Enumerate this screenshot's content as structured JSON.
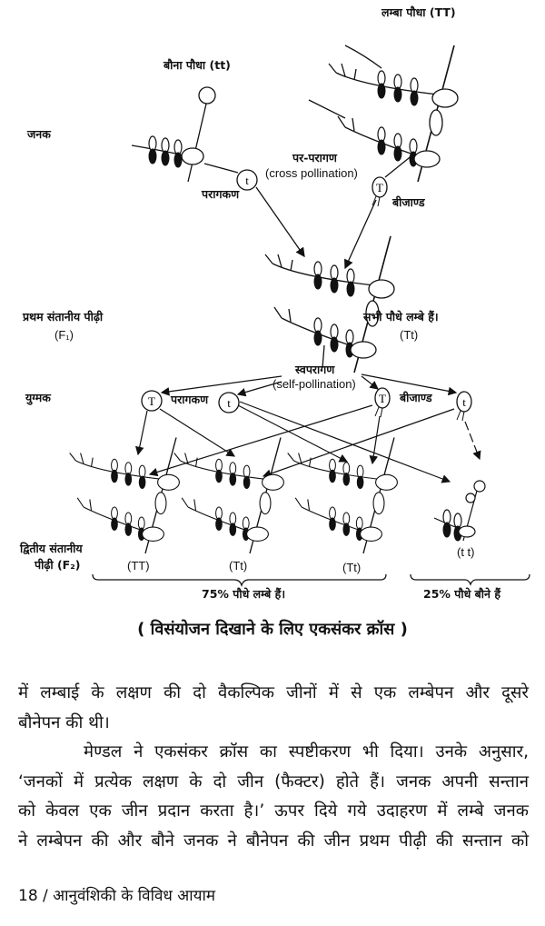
{
  "figure": {
    "tall_plant": "लम्बा पौधा (TT)",
    "dwarf_plant": "बौना पौधा (tt)",
    "parents": "जनक",
    "cross_pollination_hi": "पर-परागण",
    "cross_pollination_en": "(cross pollination)",
    "pollen_grain": "परागकण",
    "ovule": "बीजाण्ड",
    "gamete_t": "t",
    "gamete_T": "T",
    "f1_label": "प्रथम संतानीय पीढ़ी",
    "f1_symbol": "(F₁)",
    "f1_result": "सभी पौधे लम्बे हैं।",
    "f1_genotype": "(Tt)",
    "self_pollination_hi": "स्वपरागण",
    "self_pollination_en": "(self-pollination)",
    "gametes": "युग्मक",
    "gamete_pollen_label": "परागकण",
    "gamete_ovule_label": "बीजाण्ड",
    "f2_label_1": "द्वितीय संतानीय",
    "f2_label_2": "पीढ़ी (F₂)",
    "f2_genotypes": [
      "(TT)",
      "(Tt)",
      "(Tt)",
      "(t t)"
    ],
    "tall_percent": "75% पौधे लम्बे हैं।",
    "dwarf_percent": "25% पौधे बौने हैं",
    "caption": "( विसंयोजन दिखाने के लिए एकसंकर क्रॉस )"
  },
  "body_lines": [
    "में लम्बाई के लक्षण की दो वैकल्पिक जीनों में से एक लम्बेपन और दूसरे",
    "बौनेपन की थी।",
    "मेण्डल ने एकसंकर क्रॉस का स्पष्टीकरण भी दिया। उनके अनुसार,",
    "‘जनकों में प्रत्येक लक्षण के दो जीन (फैक्टर) होते हैं। जनक अपनी सन्तान",
    "को केवल एक जीन प्रदान करता है।’ ऊपर दिये गये उदाहरण में लम्बे जनक",
    "ने लम्बेपन की और बौने जनक ने बौनेपन की जीन प्रथम पीढ़ी की सन्तान को"
  ],
  "footer": "18 / आनुवंशिकी के विविध आयाम"
}
